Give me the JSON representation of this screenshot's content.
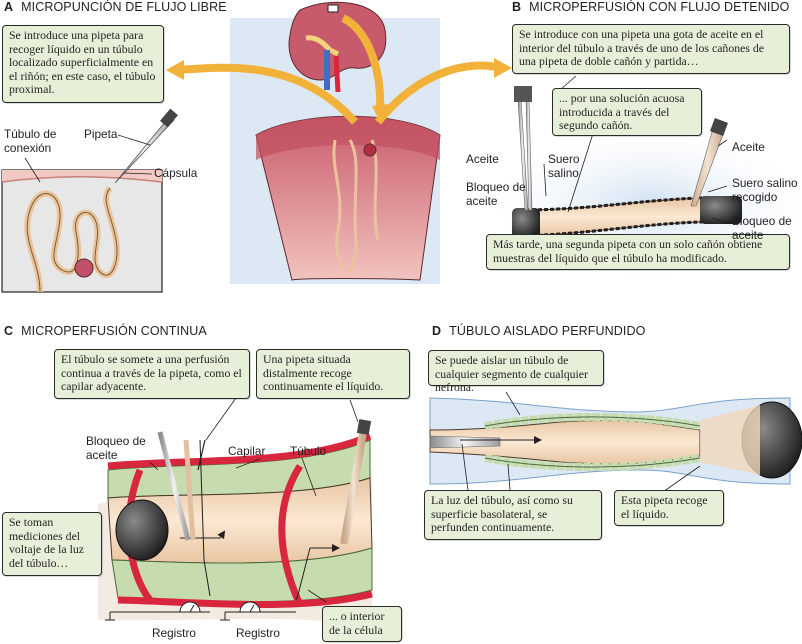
{
  "panels": {
    "a": {
      "letter": "A",
      "title": "MICROPUNCIÓN DE FLUJO LIBRE"
    },
    "b": {
      "letter": "B",
      "title": "MICROPERFUSIÓN CON FLUJO DETENIDO"
    },
    "c": {
      "letter": "C",
      "title": "MICROPERFUSIÓN CONTINUA"
    },
    "d": {
      "letter": "D",
      "title": "TÚBULO AISLADO PERFUNDIDO"
    }
  },
  "boxes": {
    "a_intro": "Se introduce una pipeta para recoger líquido en un túbulo localizado superficialmente en el riñón; en este caso, el túbulo proximal.",
    "b_oil": "Se introduce con una pipeta una gota de aceite en el interior del túbulo a través de uno de los cañones de una pipeta de doble cañón y partida…",
    "b_aqueous": "... por una solución acuosa introducida a través del segundo cañón.",
    "b_later": "Más tarde, una segunda pipeta con un solo cañón obtiene muestras del líquido que el túbulo ha modificado.",
    "c_perfusion": "El túbulo se somete a una perfusión continua a través de la pipeta, como el capilar adyacente.",
    "c_distal": "Una pipeta situada distalmente recoge continuamente el líquido.",
    "c_voltage": "Se toman mediciones del voltaje de la luz del túbulo…",
    "c_cell": "... o interior de la célula",
    "d_isolate": "Se puede aislar un túbulo de cualquier segmento de cualquier nefrona.",
    "d_lumen": "La luz del túbulo, así como su superficie basolateral, se perfunden continuamente.",
    "d_pipette": "Esta pipeta recoge el líquido."
  },
  "labels": {
    "a_tubule": "Túbulo de conexión",
    "a_pipette": "Pipeta",
    "a_capsule": "Cápsula",
    "b_oil_left": "Aceite",
    "b_saline": "Suero salino",
    "b_block_left": "Bloqueo de aceite",
    "b_oil_right": "Aceite",
    "b_saline_collected": "Suero salino recogido",
    "b_block_right": "Bloqueo de aceite",
    "c_block": "Bloqueo de aceite",
    "c_capillary": "Capilar",
    "c_tubule": "Túbulo",
    "c_record1": "Registro",
    "c_record2": "Registro"
  },
  "colors": {
    "box_fill": "#e6f0d8",
    "arrow": "#f2b23a",
    "tubule": "#f6dcc0",
    "capillary": "#d7263d",
    "cell": "#c6dcae",
    "oil": "#3a3a3a",
    "kidney": "#c45a6a",
    "background_blue": "#dce8f4"
  }
}
